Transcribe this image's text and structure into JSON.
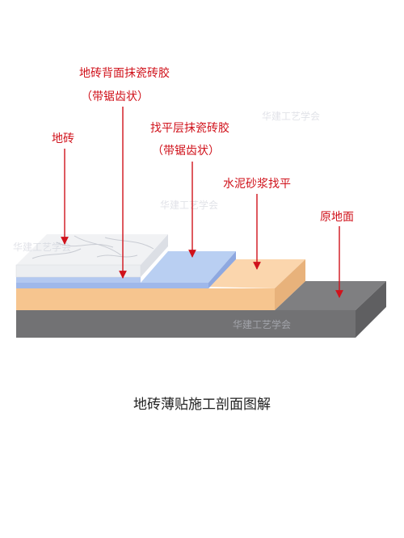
{
  "labels": {
    "tile_adhesive_back": "地砖背面抹瓷砖胶",
    "tile_adhesive_back_note": "（带锯齿状）",
    "floor_tile": "地砖",
    "leveling_layer_adhesive": "找平层抹瓷砖胶",
    "leveling_layer_adhesive_note": "（带锯齿状）",
    "cement_mortar_leveling": "水泥砂浆找平",
    "original_floor": "原地面"
  },
  "title": "地砖薄贴施工剖面图解",
  "watermark": "华建工艺学会",
  "colors": {
    "label_red": "#d0121b",
    "floor_top": "#7e7e80",
    "floor_side": "#6b6b6d",
    "mortar_top": "#fbd3a6",
    "mortar_side": "#f4c08b",
    "adhesive_top": "#b8cdf0",
    "adhesive_side": "#8fa9e3",
    "tile_top": "#f2f3f5",
    "tile_side": "#e4e6ea"
  }
}
